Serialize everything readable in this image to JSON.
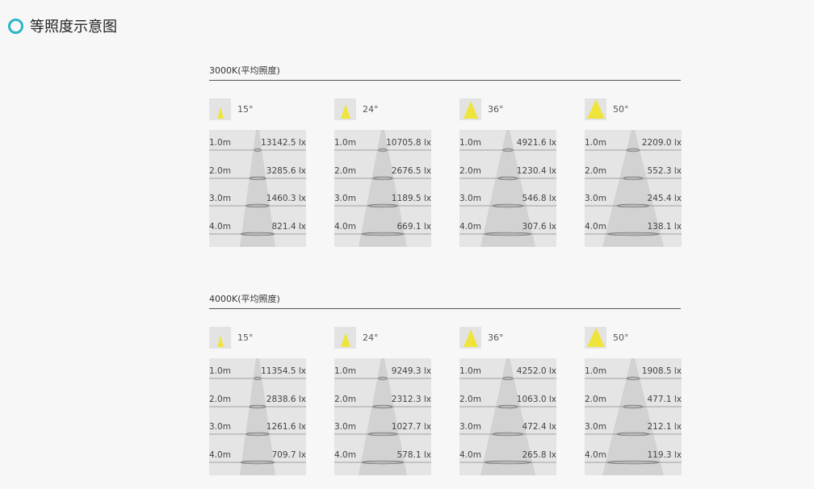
{
  "header": {
    "title": "等照度示意图"
  },
  "sections": [
    {
      "title": "3000K(平均照度)",
      "columns": [
        {
          "angle": "15°",
          "rows": [
            {
              "distance": "1.0m",
              "lux": "13142.5 lx"
            },
            {
              "distance": "2.0m",
              "lux": "3285.6 lx"
            },
            {
              "distance": "3.0m",
              "lux": "1460.3 lx"
            },
            {
              "distance": "4.0m",
              "lux": "821.4 lx"
            }
          ]
        },
        {
          "angle": "24°",
          "rows": [
            {
              "distance": "1.0m",
              "lux": "10705.8 lx"
            },
            {
              "distance": "2.0m",
              "lux": "2676.5 lx"
            },
            {
              "distance": "3.0m",
              "lux": "1189.5 lx"
            },
            {
              "distance": "4.0m",
              "lux": "669.1 lx"
            }
          ]
        },
        {
          "angle": "36°",
          "rows": [
            {
              "distance": "1.0m",
              "lux": "4921.6 lx"
            },
            {
              "distance": "2.0m",
              "lux": "1230.4 lx"
            },
            {
              "distance": "3.0m",
              "lux": "546.8 lx"
            },
            {
              "distance": "4.0m",
              "lux": "307.6 lx"
            }
          ]
        },
        {
          "angle": "50°",
          "rows": [
            {
              "distance": "1.0m",
              "lux": "2209.0 lx"
            },
            {
              "distance": "2.0m",
              "lux": "552.3 lx"
            },
            {
              "distance": "3.0m",
              "lux": "245.4 lx"
            },
            {
              "distance": "4.0m",
              "lux": "138.1 lx"
            }
          ]
        }
      ]
    },
    {
      "title": "4000K(平均照度)",
      "columns": [
        {
          "angle": "15°",
          "rows": [
            {
              "distance": "1.0m",
              "lux": "11354.5 lx"
            },
            {
              "distance": "2.0m",
              "lux": "2838.6 lx"
            },
            {
              "distance": "3.0m",
              "lux": "1261.6 lx"
            },
            {
              "distance": "4.0m",
              "lux": "709.7 lx"
            }
          ]
        },
        {
          "angle": "24°",
          "rows": [
            {
              "distance": "1.0m",
              "lux": "9249.3 lx"
            },
            {
              "distance": "2.0m",
              "lux": "2312.3 lx"
            },
            {
              "distance": "3.0m",
              "lux": "1027.7 lx"
            },
            {
              "distance": "4.0m",
              "lux": "578.1 lx"
            }
          ]
        },
        {
          "angle": "36°",
          "rows": [
            {
              "distance": "1.0m",
              "lux": "4252.0 lx"
            },
            {
              "distance": "2.0m",
              "lux": "1063.0 lx"
            },
            {
              "distance": "3.0m",
              "lux": "472.4 lx"
            },
            {
              "distance": "4.0m",
              "lux": "265.8 lx"
            }
          ]
        },
        {
          "angle": "50°",
          "rows": [
            {
              "distance": "1.0m",
              "lux": "1908.5 lx"
            },
            {
              "distance": "2.0m",
              "lux": "477.1 lx"
            },
            {
              "distance": "3.0m",
              "lux": "212.1 lx"
            },
            {
              "distance": "4.0m",
              "lux": "119.3 lx"
            }
          ]
        }
      ]
    }
  ],
  "colors": {
    "accent": "#2ab5c7",
    "beam": "#efe43c",
    "panel": "#e5e5e5"
  },
  "icons": {
    "header": "ring-icon",
    "angle": "beam-angle-icon"
  }
}
